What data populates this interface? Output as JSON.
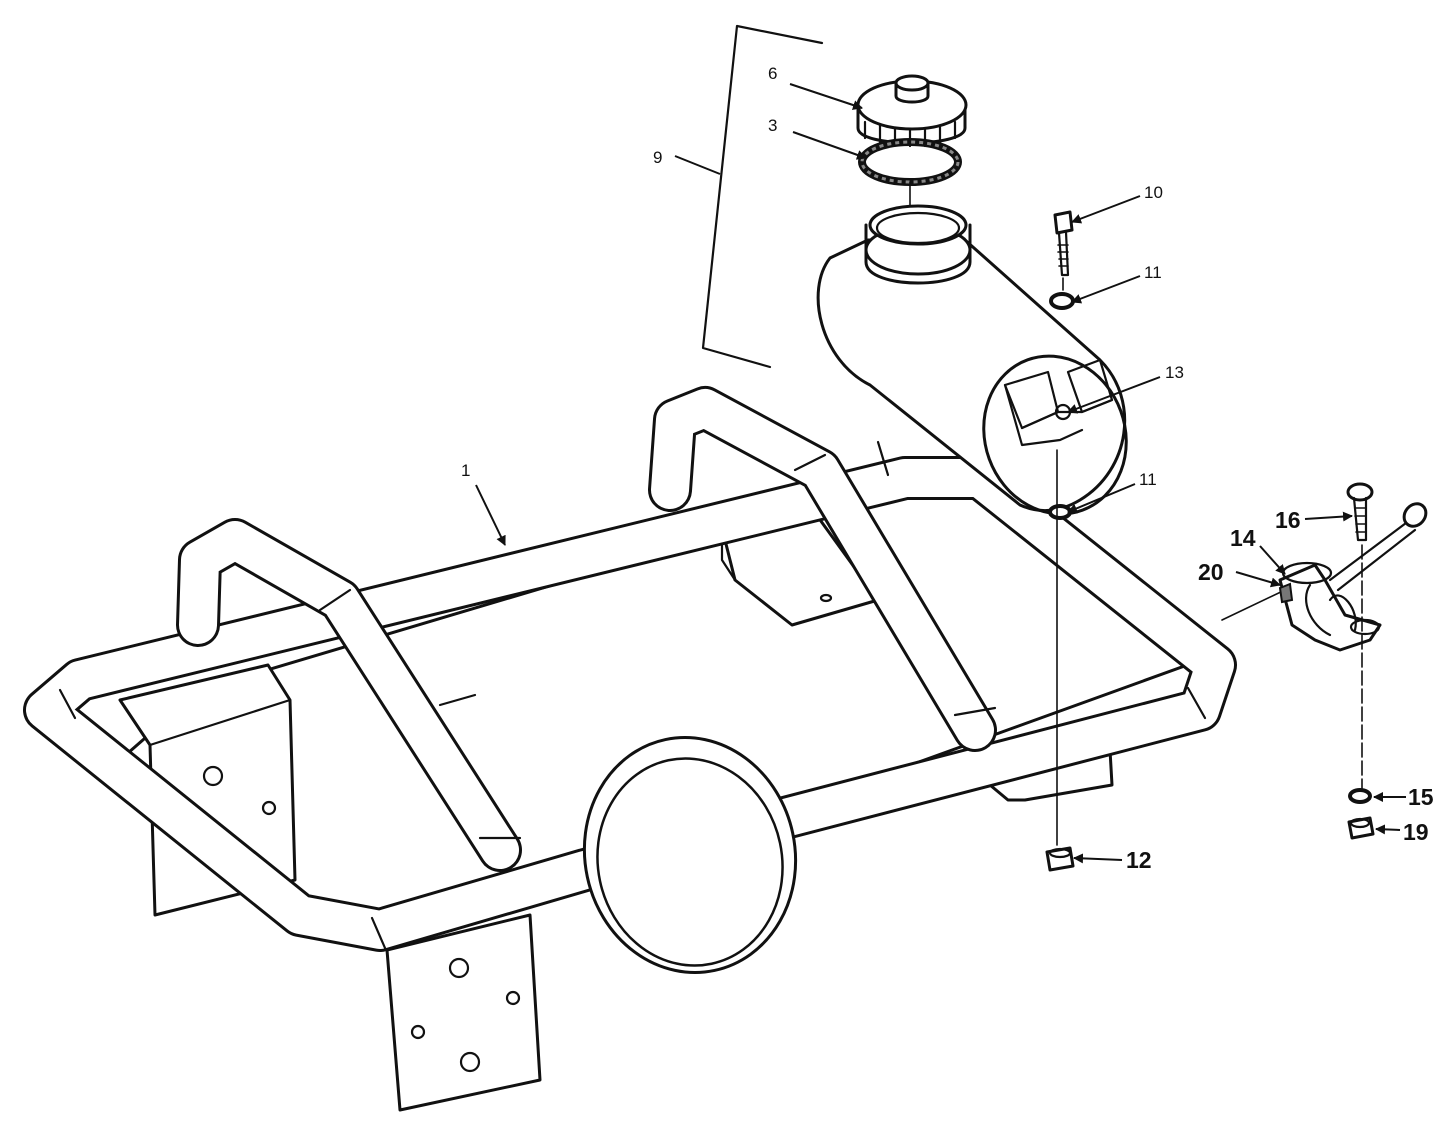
{
  "callouts": [
    {
      "id": "1",
      "label": "1"
    },
    {
      "id": "3",
      "label": "3"
    },
    {
      "id": "6",
      "label": "6"
    },
    {
      "id": "9",
      "label": "9"
    },
    {
      "id": "10",
      "label": "10"
    },
    {
      "id": "11a",
      "label": "11"
    },
    {
      "id": "11b",
      "label": "11"
    },
    {
      "id": "12",
      "label": "12"
    },
    {
      "id": "13",
      "label": "13"
    },
    {
      "id": "14",
      "label": "14"
    },
    {
      "id": "15",
      "label": "15"
    },
    {
      "id": "16",
      "label": "16"
    },
    {
      "id": "19",
      "label": "19"
    },
    {
      "id": "20",
      "label": "20"
    }
  ],
  "colors": {
    "line": "#111111",
    "background": "#ffffff"
  }
}
